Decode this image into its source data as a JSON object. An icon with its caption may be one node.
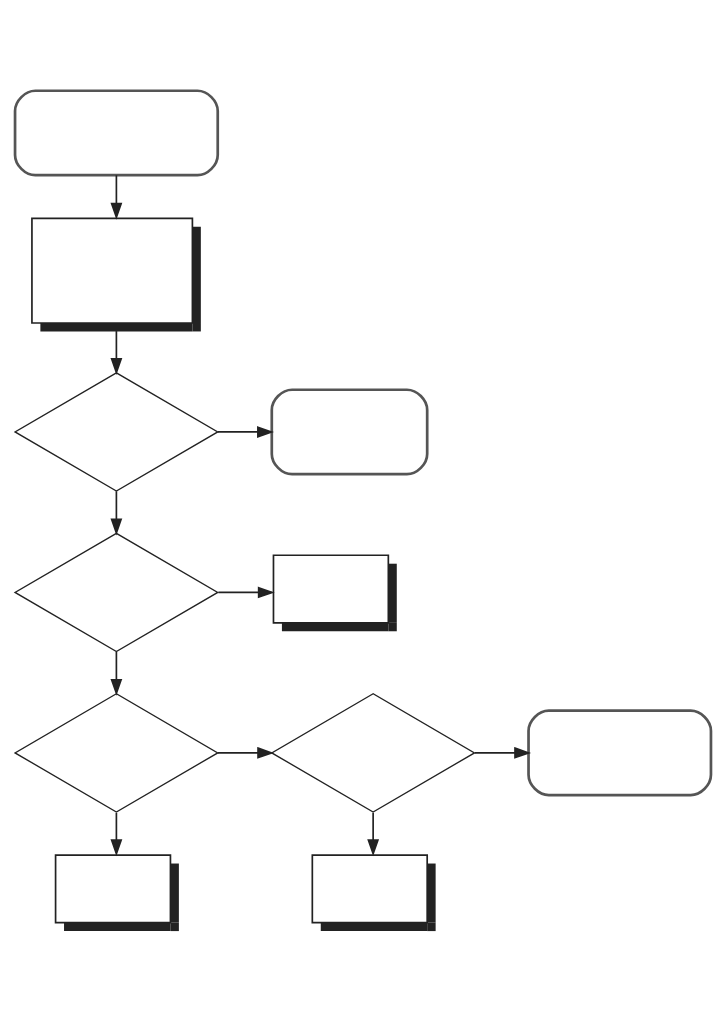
{
  "diagram": {
    "nodes": [
      {
        "text": [],
        "shape": "box"
      },
      {
        "text": [],
        "shape": "box"
      },
      {
        "text": [],
        "shape": "diamond"
      },
      {
        "text": [],
        "shape": "box"
      },
      {
        "text": [],
        "shape": "diamond"
      },
      {
        "text": [],
        "shape": "box"
      },
      {
        "text": [],
        "shape": "diamond"
      },
      {
        "text": [],
        "shape": "diamond"
      },
      {
        "text": [],
        "shape": "box"
      },
      {
        "text": [],
        "shape": "box"
      },
      {
        "text": [],
        "shape": "box"
      }
    ],
    "edges": [
      {
        "from": 0,
        "to": 1,
        "arrow": "to"
      },
      {
        "from": 1,
        "to": 2,
        "arrow": "to"
      },
      {
        "from": 2,
        "to": 3,
        "arrow": "to"
      },
      {
        "from": 2,
        "to": 4,
        "arrow": "to"
      },
      {
        "from": 4,
        "to": 5,
        "arrow": "to"
      },
      {
        "from": 4,
        "to": 6,
        "arrow": "to"
      },
      {
        "from": 6,
        "to": 7,
        "arrow": "to"
      },
      {
        "from": 7,
        "to": 8,
        "arrow": "to"
      },
      {
        "from": 6,
        "to": 9,
        "arrow": "to"
      },
      {
        "from": 7,
        "to": 10,
        "arrow": "to"
      }
    ]
  }
}
